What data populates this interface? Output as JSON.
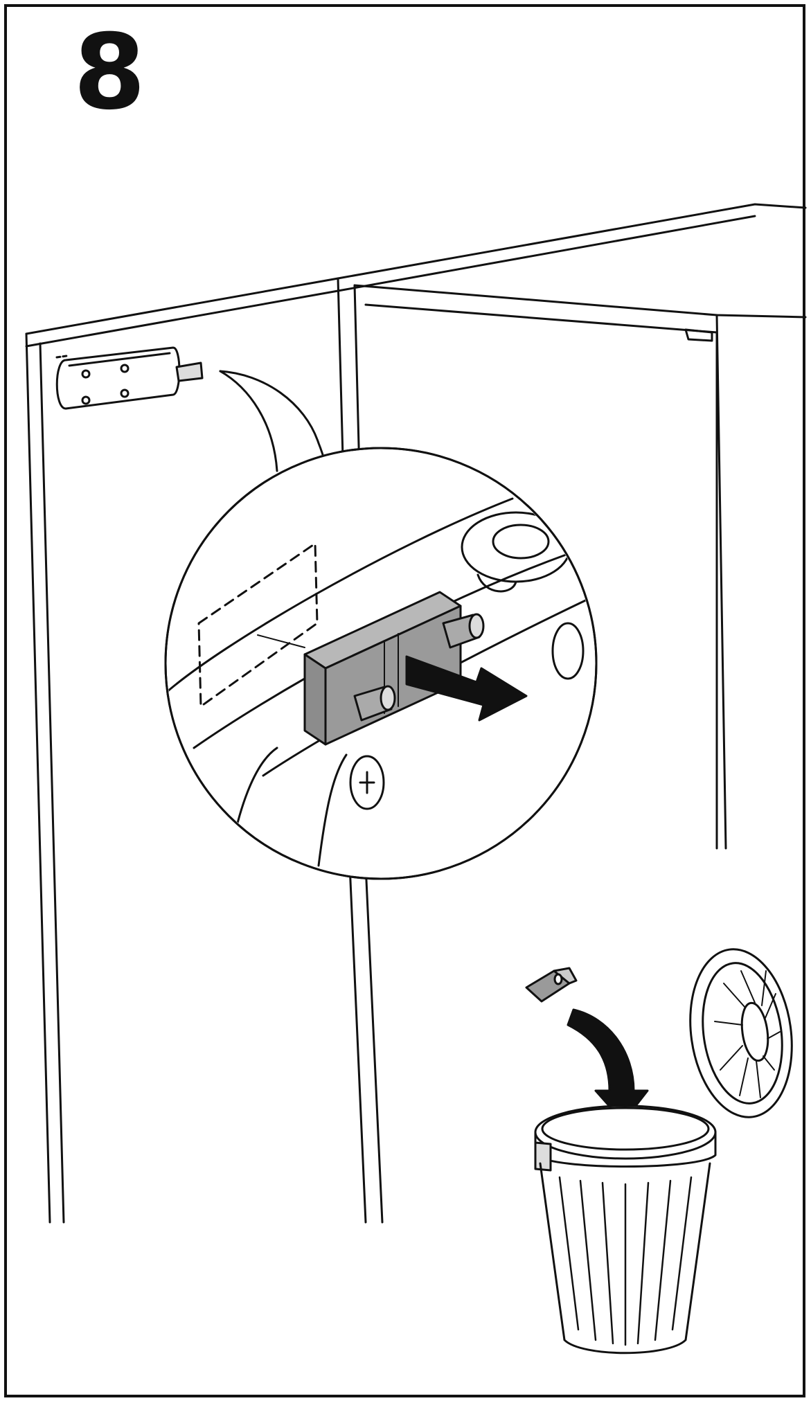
{
  "step": {
    "number": "8"
  },
  "illustration": {
    "icons": [
      "cabinet-frame",
      "door-catch-assembly",
      "magnifier-callout",
      "removal-arrow-icon",
      "spacer-part",
      "trash-bin-icon"
    ],
    "colors": {
      "line": "#111111",
      "part_fill": "#9a9a9a",
      "arrow": "#111111",
      "background": "#ffffff"
    }
  }
}
